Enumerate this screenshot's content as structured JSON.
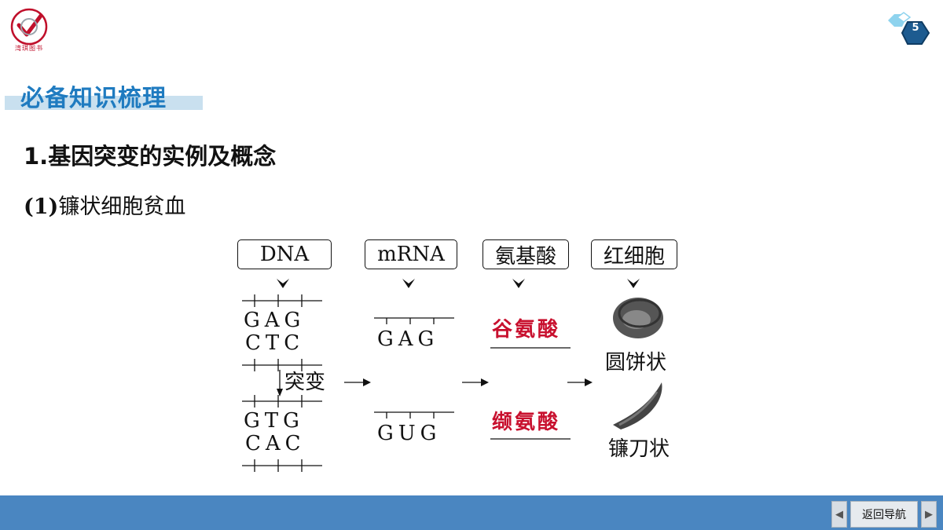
{
  "logo": {
    "caption": "湾琪图书"
  },
  "page": {
    "number": "5"
  },
  "section": {
    "title": "必备知识梳理"
  },
  "heading1": "1.基因突变的实例及概念",
  "heading2_num": "(1)",
  "heading2_text": "镰状细胞贫血",
  "diagram": {
    "boxes": [
      "DNA",
      "mRNA",
      "氨基酸",
      "红细胞"
    ],
    "dna_top": {
      "strand1": "GAG",
      "strand2": "CTC"
    },
    "dna_bottom": {
      "strand1": "GTG",
      "strand2": "CAC"
    },
    "mutation_label": "突变",
    "mrna_top": "GAG",
    "mrna_bottom": "GUG",
    "amino_top": "谷氨酸",
    "amino_bottom": "缬氨酸",
    "cell_top": "圆饼状",
    "cell_bottom": "镰刀状",
    "accent_red": "#c8102e"
  },
  "footer": {
    "nav_label": "返回导航",
    "prev_icon": "◀",
    "next_icon": "▶"
  }
}
